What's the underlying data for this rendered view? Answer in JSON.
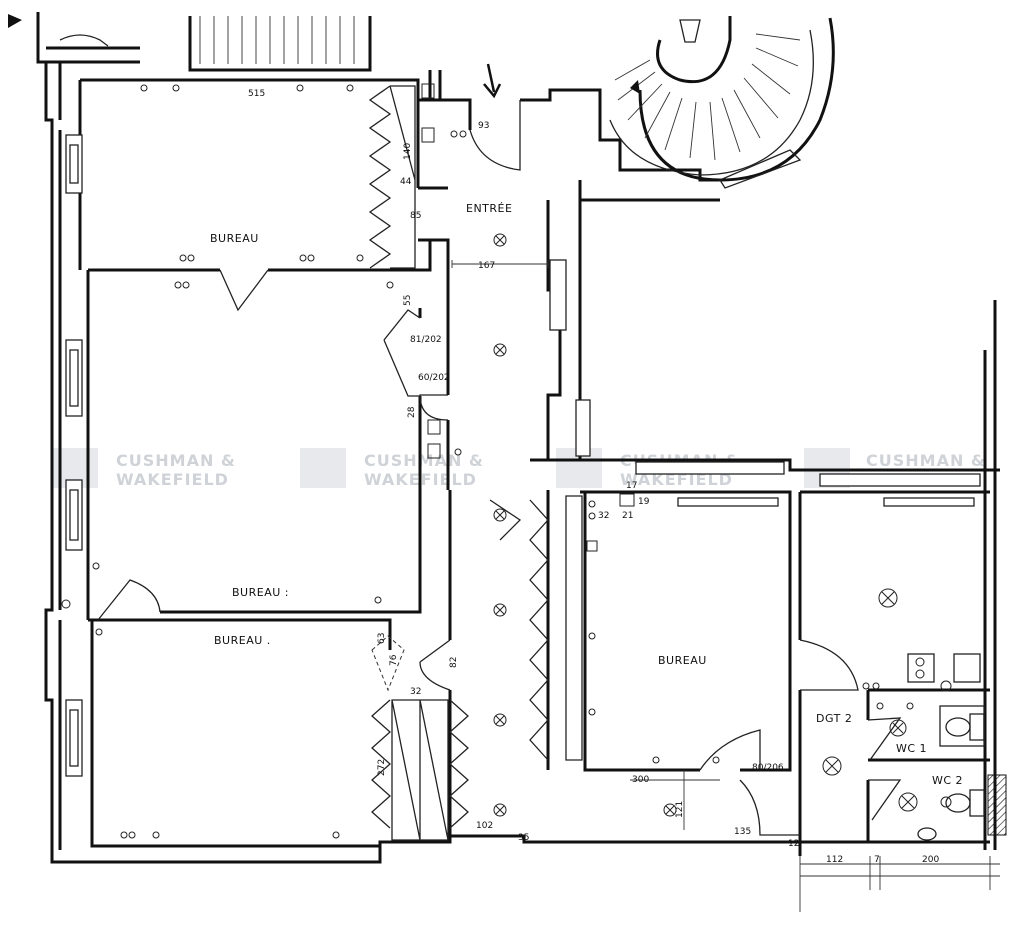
{
  "rooms": {
    "bureau_top": "BUREAU",
    "bureau_mid": "BUREAU :",
    "bureau_low": "BUREAU .",
    "bureau_right": "BUREAU",
    "entree": "ENTRÉE",
    "dgt": "DGT 2",
    "wc1": "WC 1",
    "wc2": "WC 2"
  },
  "dimensions": {
    "d515": "515",
    "d93": "93",
    "d44": "44",
    "d140": "140",
    "d85": "85",
    "d167": "167",
    "d55": "55",
    "d81_202": "81/202",
    "d60_202": "60/202",
    "d28": "28",
    "d19": "19",
    "d17": "17",
    "d32a": "32",
    "d21": "21",
    "d63": "63",
    "d76": "76",
    "d82": "82",
    "d32b": "32",
    "d272": "272",
    "d102": "102",
    "d35": "35",
    "d300": "300",
    "d121": "121",
    "d80_206": "80/206",
    "d135": "135",
    "d12": "12",
    "d112": "112",
    "d7": "7",
    "d200": "200"
  },
  "watermark": {
    "line1": "CUSHMAN &",
    "line2": "WAKEFIELD"
  }
}
